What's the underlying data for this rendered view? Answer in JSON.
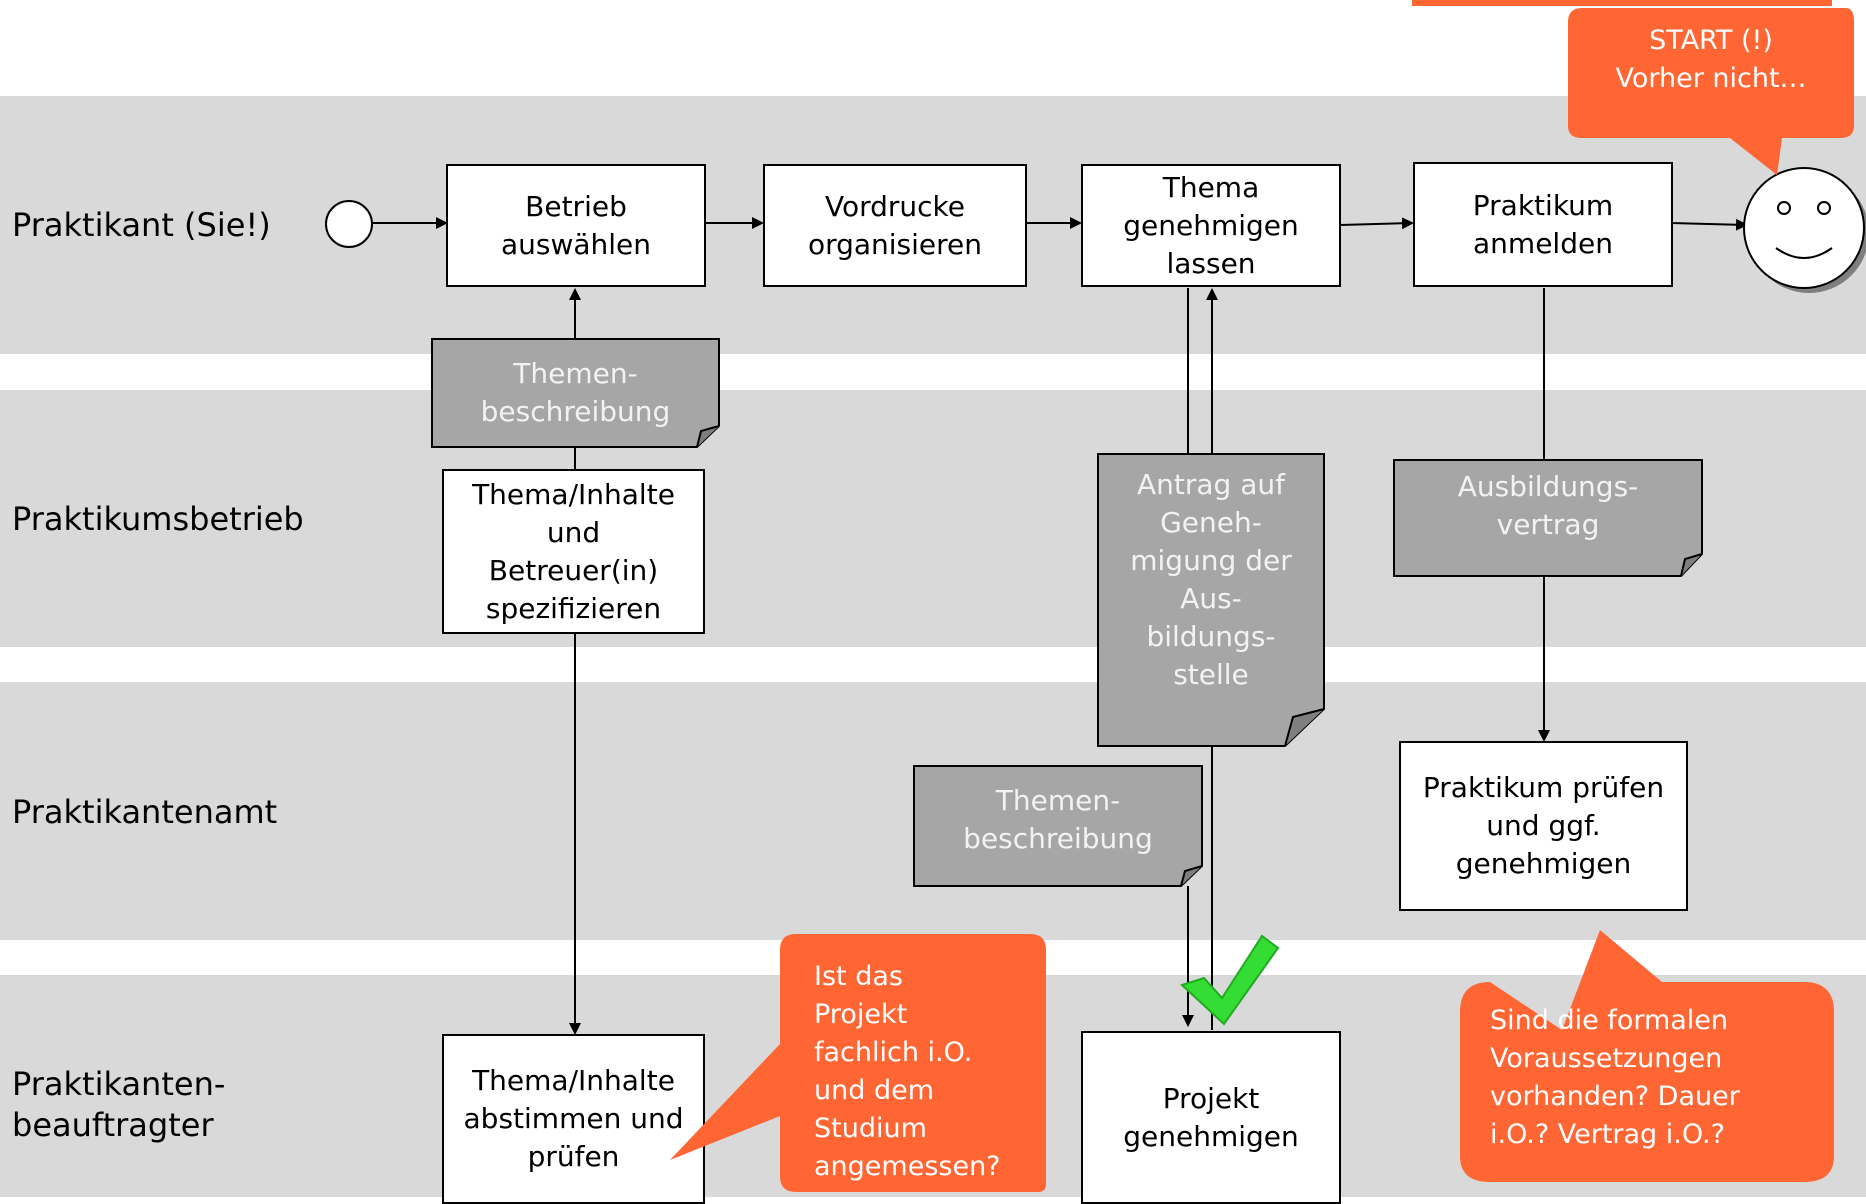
{
  "lanes": [
    {
      "label": "Praktikant (Sie!)"
    },
    {
      "label": "Praktikumsbetrieb"
    },
    {
      "label": "Praktikantenamt"
    },
    {
      "label_line1": "Praktikanten-",
      "label_line2": "beauftragter"
    }
  ],
  "tasks": {
    "betrieb": [
      "Betrieb",
      "auswählen"
    ],
    "vordrucke": [
      "Vordrucke",
      "organisieren"
    ],
    "thema": [
      "Thema",
      "genehmigen",
      "lassen"
    ],
    "anmelden": [
      "Praktikum",
      "anmelden"
    ],
    "spezifizieren": [
      "Thema/Inhalte",
      "und",
      "Betreuer(in)",
      "spezifizieren"
    ],
    "pruefen": [
      "Praktikum prüfen",
      "und ggf.",
      "genehmigen"
    ],
    "abstimmen": [
      "Thema/Inhalte",
      "abstimmen und",
      "prüfen"
    ],
    "projekt": [
      "Projekt",
      "genehmigen"
    ]
  },
  "documents": {
    "themen1": [
      "Themen-",
      "beschreibung"
    ],
    "antrag": [
      "Antrag auf",
      "Geneh-",
      "migung der",
      "Aus-",
      "bildungs-",
      "stelle"
    ],
    "vertrag": [
      "Ausbildungs-",
      "vertrag"
    ],
    "themen2": [
      "Themen-",
      "beschreibung"
    ]
  },
  "callouts": {
    "start": [
      "START (!)",
      "Vorher nicht…"
    ],
    "fachlich": [
      "Ist das",
      "Projekt",
      "fachlich i.O.",
      "und dem",
      "Studium",
      "angemessen?"
    ],
    "formal": [
      "Sind die formalen",
      "Voraussetzungen",
      "vorhanden? Dauer",
      "i.O.? Vertrag i.O.?"
    ]
  },
  "colors": {
    "lane": "#d9d9d9",
    "document": "#a6a6a6",
    "callout": "#ff6633",
    "check": "#33dd33"
  }
}
